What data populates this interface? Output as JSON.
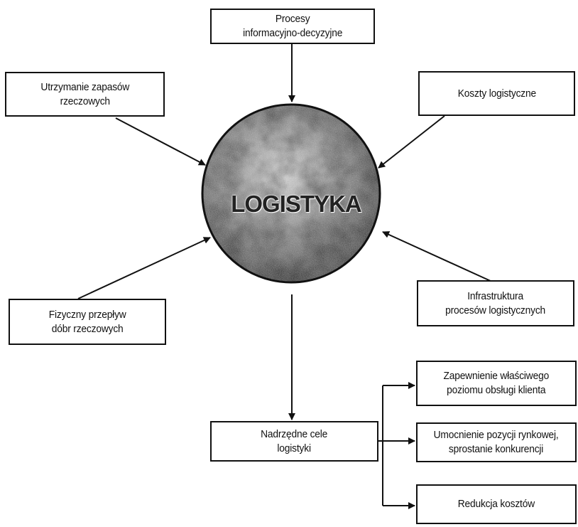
{
  "center": {
    "label": "LOGISTYKA"
  },
  "inputs": {
    "top": "Procesy\ninformacyjno-decyzyjne",
    "upper_left": "Utrzymanie zapasów\nrzeczowych",
    "upper_right": "Koszty logistyczne",
    "lower_left": "Fizyczny przepływ\ndóbr rzeczowych",
    "lower_right": "Infrastruktura\nprocesów logistycznych"
  },
  "goals": {
    "main": "Nadrzędne cele\nlogistyki",
    "items": [
      "Zapewnienie właściwego\npoziomu obsługi klienta",
      "Umocnienie pozycji rynkowej,\nsprostanie konkurencji",
      "Redukcja kosztów"
    ]
  },
  "colors": {
    "line": "#111111",
    "box_fill": "#ffffff",
    "sphere_dark": "#3a3a3a",
    "sphere_light": "#e6e6e6"
  }
}
